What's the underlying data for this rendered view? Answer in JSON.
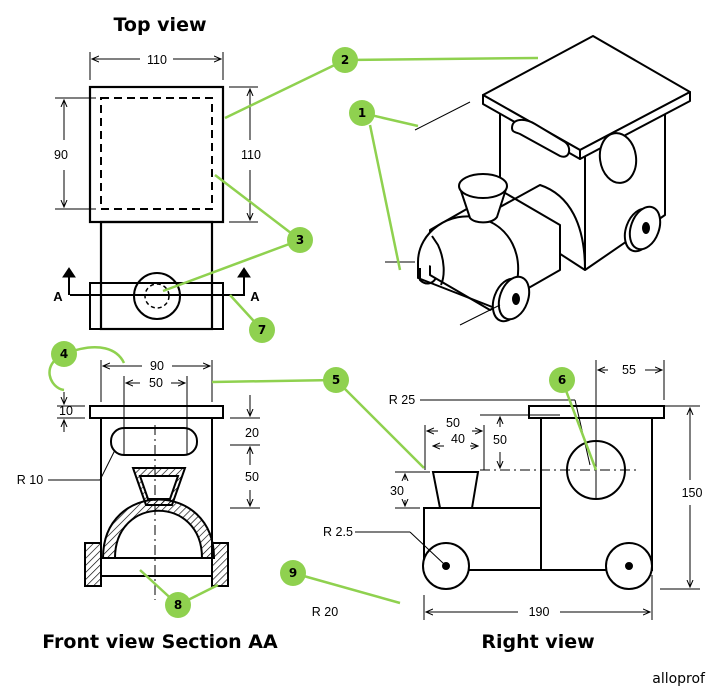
{
  "titles": {
    "top_view": "Top view",
    "front_view": "Front view Section AA",
    "right_view": "Right view"
  },
  "brand": "alloprof",
  "top_view_dims": {
    "width": "110",
    "height_left": "90",
    "height_right": "110"
  },
  "section_marks": {
    "left": "A",
    "right": "A"
  },
  "front_view_dims": {
    "outer": "90",
    "inner": "50",
    "top": "10",
    "gap": "20",
    "mid": "50",
    "radius": "R 10"
  },
  "right_view_dims": {
    "top": "55",
    "cab_radius": "R 25",
    "chimney_top": "50",
    "chimney_bottom": "40",
    "chimney_offset": "50",
    "chimney_height": "30",
    "total_height": "150",
    "wheel_hub": "R 2.5",
    "wheel": "R 20",
    "length": "190"
  },
  "callouts": [
    "1",
    "2",
    "3",
    "4",
    "5",
    "6",
    "7",
    "8",
    "9"
  ],
  "colors": {
    "accent": "#8fd14f",
    "line": "#000000"
  }
}
